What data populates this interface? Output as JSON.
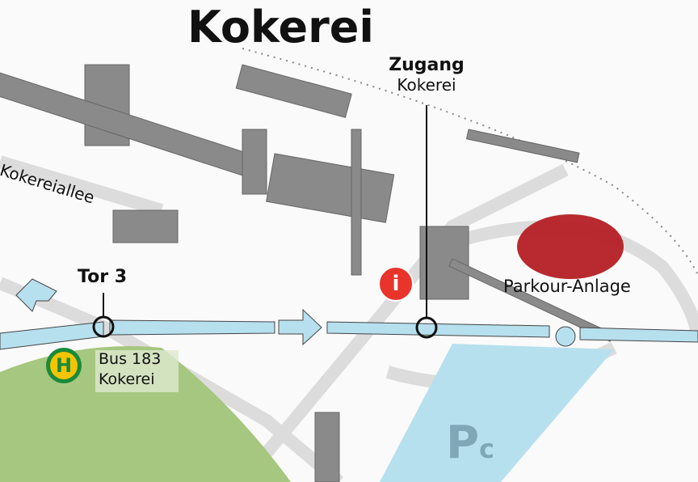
{
  "title": "Kokerei",
  "access": {
    "title": "Zugang",
    "subtitle": "Kokerei"
  },
  "street": "Kokereiallee",
  "gate": "Tor 3",
  "bus_stop": {
    "icon_letter": "H",
    "line": "Bus 183",
    "stop": "Kokerei"
  },
  "info_icon": "i",
  "parkour": "Parkour-Anlage",
  "parking": {
    "letter": "P",
    "suffix": "c"
  },
  "colors": {
    "path": "#b7e0ee",
    "green": "#a6c77f",
    "parkour": "#b41f24",
    "info": "#e8342b",
    "bus_yellow": "#f5c400",
    "bus_green": "#1a8a3a",
    "building": "#8a8a8a"
  }
}
